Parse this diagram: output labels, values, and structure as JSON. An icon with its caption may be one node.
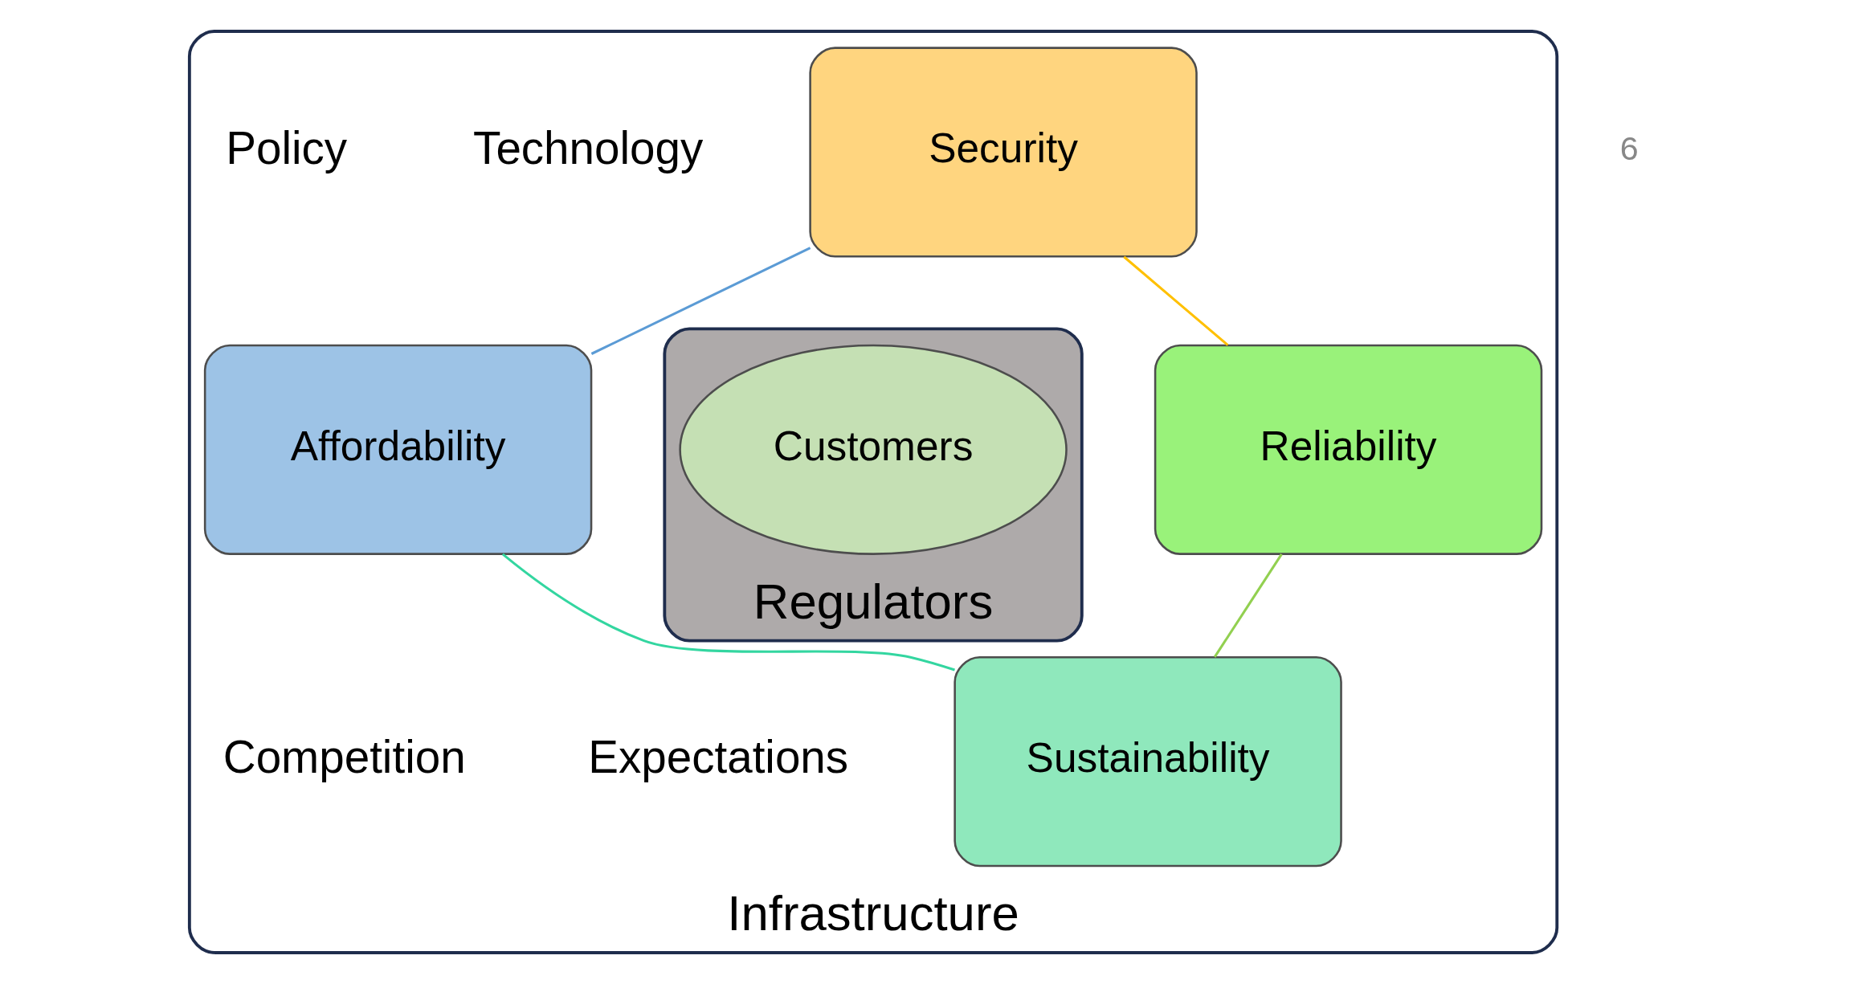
{
  "diagram": {
    "nodes": [
      {
        "text": [
          "Infrastructure"
        ]
      },
      {
        "text": [
          "Security"
        ],
        "in": 0
      },
      {
        "text": [
          "Affordability"
        ],
        "in": 0
      },
      {
        "text": [
          "Regulators"
        ],
        "in": 0
      },
      {
        "text": [
          "Customers"
        ],
        "in": 3
      },
      {
        "text": [
          "Reliability"
        ],
        "in": 0
      },
      {
        "text": [
          "Sustainability"
        ],
        "in": 0
      }
    ],
    "edges": [
      {
        "from": 1,
        "to": 2,
        "arrow": "none",
        "color": "#5b9bd5"
      },
      {
        "from": 1,
        "to": 5,
        "arrow": "none",
        "color": "#ffc000"
      },
      {
        "from": 2,
        "to": 6,
        "arrow": "none",
        "color": "#33d6a0"
      },
      {
        "from": 5,
        "to": 6,
        "arrow": "none",
        "color": "#92d050"
      }
    ],
    "labels": [
      "Technology",
      "Policy",
      "Expectations",
      "Competition",
      "6"
    ]
  }
}
